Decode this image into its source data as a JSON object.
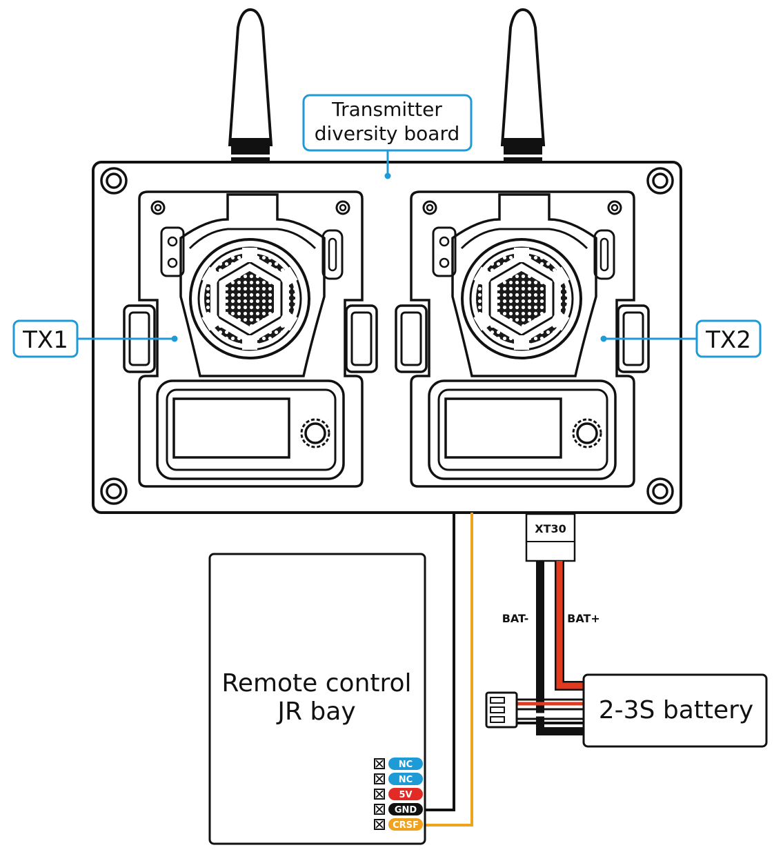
{
  "labels": {
    "board_line1": "Transmitter",
    "board_line2": "diversity board",
    "tx1": "TX1",
    "tx2": "TX2",
    "rc_line1": "Remote control",
    "rc_line2": "JR bay",
    "battery": "2-3S battery",
    "xt30": "XT30",
    "bat_minus": "BAT-",
    "bat_plus": "BAT+"
  },
  "pins": [
    {
      "label": "NC",
      "color": "#1e9ad6"
    },
    {
      "label": "NC",
      "color": "#1e9ad6"
    },
    {
      "label": "5V",
      "color": "#e32b26"
    },
    {
      "label": "GND",
      "color": "#111111"
    },
    {
      "label": "CRSF",
      "color": "#f0a21d"
    }
  ],
  "colors": {
    "callout": "#1e9ad6",
    "gnd_wire": "#111111",
    "crsf_wire": "#f0a21d",
    "bat_minus_wire": "#111111",
    "bat_plus_wire": "#e23a1e"
  }
}
